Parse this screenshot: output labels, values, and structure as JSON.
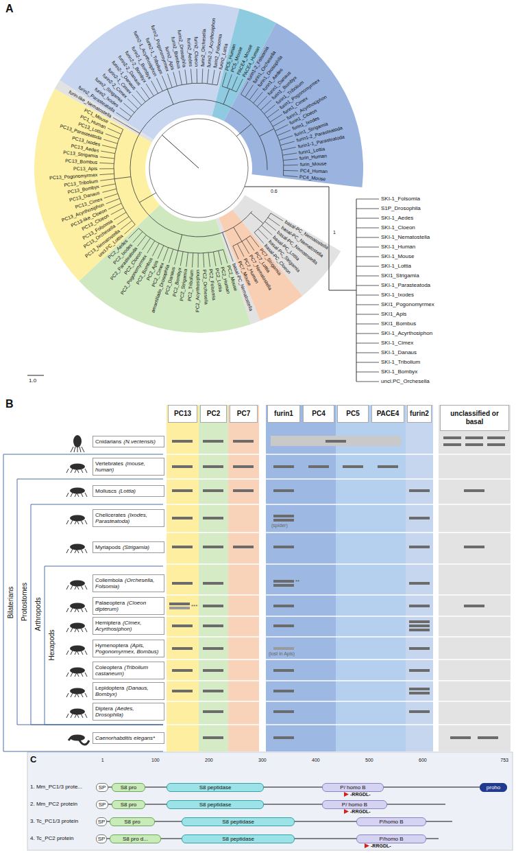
{
  "diagram": {
    "nodes": [
      {
        "text": [
          "PC13"
        ]
      },
      {
        "text": [
          "PC2"
        ]
      },
      {
        "text": [
          "PC7"
        ]
      },
      {
        "text": [
          "furin1"
        ]
      },
      {
        "text": [
          "PC4"
        ]
      },
      {
        "text": [
          "PC5"
        ]
      },
      {
        "text": [
          "PACE4"
        ]
      },
      {
        "text": [
          "furin2"
        ]
      },
      {
        "text": [
          "unclassified or basal"
        ]
      },
      {
        "text": [
          "Cnidarians",
          "(N.vectensis)"
        ]
      },
      {
        "text": [
          "Vertebrates",
          "(mouse, human)"
        ]
      },
      {
        "text": [
          "Molluscs",
          "(Lottia)"
        ]
      },
      {
        "text": [
          "Chelicerates",
          "(Ixodes, Parasteatoda)"
        ]
      },
      {
        "text": [
          "Myriapods",
          "(Strigamia)"
        ]
      },
      {
        "text": [
          "Collembola",
          "(Orchesella, Folsomia)"
        ]
      },
      {
        "text": [
          "Palaeoptera",
          "(Cloeon dipterum)"
        ]
      },
      {
        "text": [
          "Hemiptera",
          "(Cimex, Acyrthosiphon)"
        ]
      },
      {
        "text": [
          "Hymenoptera",
          "(Apis, Pogonomyrmex, Bombus)"
        ]
      },
      {
        "text": [
          "Coleoptera",
          "(Tribolium castaneum)"
        ]
      },
      {
        "text": [
          "Lepidoptera",
          "(Danaus, Bombyx)"
        ]
      },
      {
        "text": [
          "Diptera",
          "(Aedes, Drosophila)"
        ]
      },
      {
        "text": [
          "Caenorhabditis elegans*"
        ]
      },
      {
        "text": [
          "SP"
        ]
      },
      {
        "text": [
          "S8 pro"
        ]
      },
      {
        "text": [
          "S8 peptidase"
        ]
      },
      {
        "text": [
          "P/ homo B"
        ]
      },
      {
        "text": [
          "proho"
        ]
      },
      {
        "text": [
          "SP"
        ]
      },
      {
        "text": [
          "S8 pro"
        ]
      },
      {
        "text": [
          "S8 peptidase"
        ]
      },
      {
        "text": [
          "P/ homo B"
        ]
      },
      {
        "text": [
          "SP"
        ]
      },
      {
        "text": [
          "S8 pro"
        ]
      },
      {
        "text": [
          "S8 peptidase"
        ]
      },
      {
        "text": [
          "P/homo B"
        ]
      },
      {
        "text": [
          "SP"
        ]
      },
      {
        "text": [
          "S8 pro d..."
        ]
      },
      {
        "text": [
          "S8 peptidase"
        ]
      },
      {
        "text": [
          "P/homo B"
        ]
      }
    ],
    "labels": [
      "A",
      "basal-PC_Nematostella",
      "basal-PC_Nematostella",
      "basal-PC_Nematostella",
      "basal-PC_Lottia",
      "basal-PC_Strigamia",
      "basal-PC_Cloeon",
      "PC7_Strigamia",
      "PC7_Lottia",
      "PC7_Nematostella",
      "PC7_Human",
      "PC7_Mouse",
      "basal-PC_Nematostella",
      "PC2_Mouse",
      "PC2_Human",
      "PC2_Lottia",
      "PC2_Folsomia",
      "PC2_Orchesella",
      "PC2_Acyrthosiphon",
      "PC2_Tribolium",
      "PC2_Strigamia",
      "PC2_Bombyx",
      "PC2_Danaus",
      "amontillado_Drosophila",
      "PC2_Cimex",
      "PC2_Apis",
      "PC2_Bombus",
      "PC2_Pogonomyrmex",
      "PC2_Cloeon",
      "PC2_Parasteatoda",
      "PC2_Ixodes",
      "PC2_Aedes",
      "uncl.PC_Lottia",
      "PC13_Nematostella",
      "PC13_Orchesella",
      "PC13_Folsomia",
      "PC13_Cloeon",
      "PC13-like_Cloeon",
      "PC13_Acyrthosiphon",
      "PC13_Cimex",
      "PC13_Danaus",
      "PC13_Bombyx",
      "PC13_Tribolium",
      "PC13_Pogonomyrmex",
      "PC13_Apis",
      "PC13_Bombus",
      "PC13_Strigamia",
      "PC13_Aedes",
      "PC13_Ixodes",
      "PC13_Parasteatoda",
      "PC13_Lottia",
      "PC1_Human",
      "PC1_Mouse",
      "furin-like_Nematostella",
      "furin2_Parasteatoda",
      "furin2_Ixodes",
      "furin2_Strigamia",
      "furin2-2_Cimex",
      "furin2-1_Cimex",
      "furin2-1_Danaus",
      "furin2-2_Danaus",
      "furin2-2_Bombyx",
      "furin2-1_Bombyx",
      "furin2-1_Acyrthosiphon",
      "furin2-1_Tribolium",
      "furin2_Pogonomyrmex",
      "furin2_Apis",
      "furin2_Bombus",
      "furin2_Drosophila",
      "furin2_Aedes",
      "furin2_Cloeon",
      "furin2_Orchesella",
      "furin2-2_Acyrthosiphon",
      "furin2_Folsomia",
      "furin2_Lottia",
      "PC5_Human",
      "PC5_Mouse",
      "PACE4_Mouse",
      "PACE4_Human",
      "furin1-2_Folsomia",
      "furin1_Orchesella",
      "furin1_Drosophila",
      "furin1_Aedes",
      "furin1_Danaus",
      "furin1_Bombyx",
      "furin1_Tribolium",
      "furin1_Pogonomyrmex",
      "furin1_Cimex",
      "furin1_Acyrthosiphon",
      "furin1_Cloeon",
      "furin1_Ixodes",
      "furin1_Strigamia",
      "furin1-2_Parasteatoda",
      "furin1-1_Parasteatoda",
      "furin1_Lottia",
      "furin_Human",
      "furin_Mouse",
      "PC4_Human",
      "PC4_Mouse",
      "SKI-1_Folsomia",
      "S1P_Drosophila",
      "SKI-1_Aedes",
      "SKI-1_Cloeon",
      "SKI-1_Nematostella",
      "SKI-1_Human",
      "SKI-1_Mouse",
      "SKI-1_Lottia",
      "SKI1_Strigamia",
      "SKI-1_Parasteatoda",
      "SKI-1_Ixodes",
      "SKI1_Pogonomyrmex",
      "SKI1_Apis",
      "SKI1_Bombus",
      "SKI-1_Acyrthosiphon",
      "SKI-1_Cimex",
      "SKI-1_Danaus",
      "SKI-1_Tribolium",
      "SKI-1_Bombyx",
      "uncl.PC_Orchesella",
      "0.6",
      "1",
      "1.0",
      "B",
      "Bilaterians",
      "Protostomes",
      "Arthropods",
      "Hexapods",
      "(spider)",
      "**",
      "***",
      "(lost in Apis)",
      "C",
      "1",
      "100",
      "200",
      "300",
      "400",
      "500",
      "600",
      "753",
      "1. Mm_PC1/3 prote...",
      "2. Mm_PC2 protein",
      "3. Tc_PC1/3 protein",
      "4. Tc_PC2 protein",
      "-RRGDL-",
      "-RRGDL-",
      "-RRGDL-"
    ]
  }
}
